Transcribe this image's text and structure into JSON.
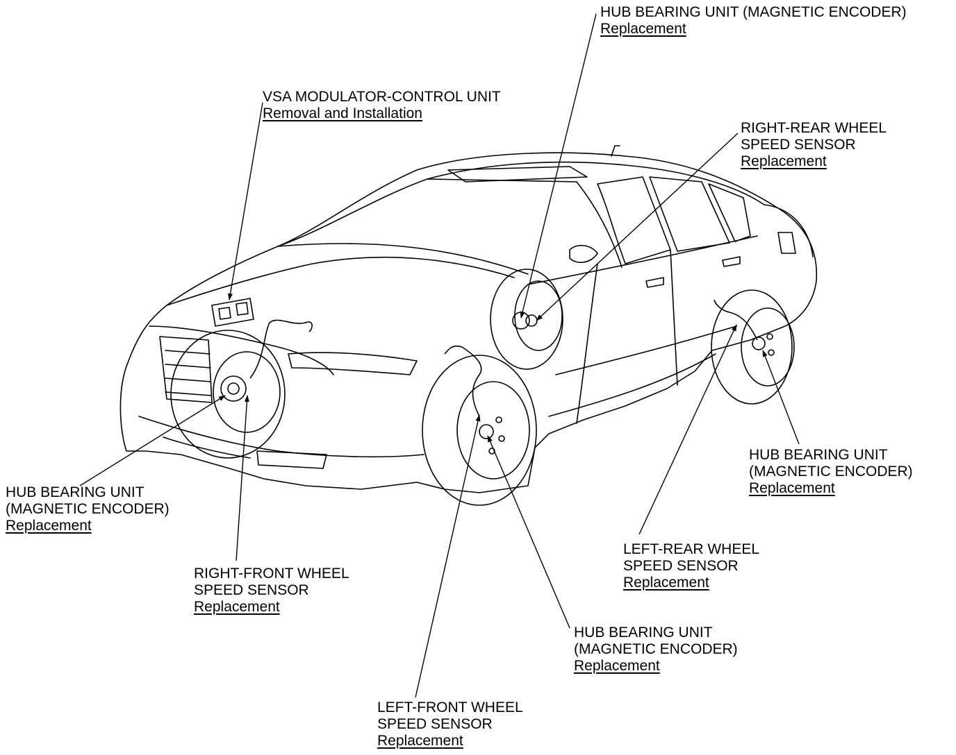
{
  "colors": {
    "ink": "#000000",
    "paper": "#ffffff"
  },
  "callouts": {
    "vsa_modulator": {
      "lines": [
        "VSA MODULATOR-CONTROL UNIT"
      ],
      "link": "Removal and Installation"
    },
    "hub_bearing_top": {
      "lines": [
        "HUB BEARING UNIT (MAGNETIC ENCODER)"
      ],
      "link": "Replacement"
    },
    "right_rear_sensor": {
      "lines": [
        "RIGHT-REAR WHEEL",
        "SPEED SENSOR"
      ],
      "link": "Replacement"
    },
    "hub_bearing_left": {
      "lines": [
        "HUB BEARING UNIT",
        "(MAGNETIC ENCODER)"
      ],
      "link": "Replacement"
    },
    "right_front_sensor": {
      "lines": [
        "RIGHT-FRONT WHEEL",
        "SPEED SENSOR"
      ],
      "link": "Replacement"
    },
    "hub_bearing_rear_left": {
      "lines": [
        "HUB BEARING UNIT",
        "(MAGNETIC ENCODER)"
      ],
      "link": "Replacement"
    },
    "left_rear_sensor": {
      "lines": [
        "LEFT-REAR WHEEL",
        "SPEED SENSOR"
      ],
      "link": "Replacement"
    },
    "hub_bearing_front_left": {
      "lines": [
        "HUB BEARING UNIT",
        "(MAGNETIC ENCODER)"
      ],
      "link": "Replacement"
    },
    "left_front_sensor": {
      "lines": [
        "LEFT-FRONT WHEEL",
        "SPEED SENSOR"
      ],
      "link": "Replacement"
    }
  }
}
